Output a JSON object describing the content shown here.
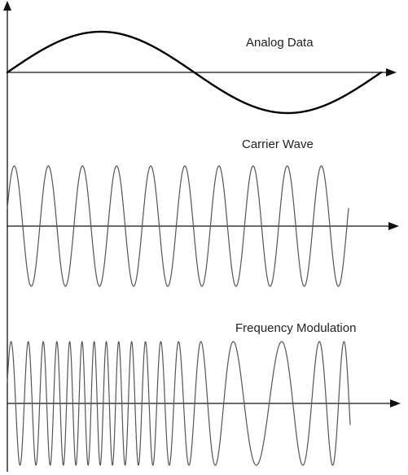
{
  "panels": [
    {
      "id": "analog-data",
      "label": "Analog Data",
      "color": "#000000",
      "cycles": 1,
      "weight": "thick"
    },
    {
      "id": "carrier-wave",
      "label": "Carrier Wave",
      "color": "#555555",
      "cycles": 10,
      "weight": "thin"
    },
    {
      "id": "frequency-modulation",
      "label": "Frequency Modulation",
      "color": "#555555",
      "cycles": 17.5,
      "weight": "thin"
    }
  ]
}
